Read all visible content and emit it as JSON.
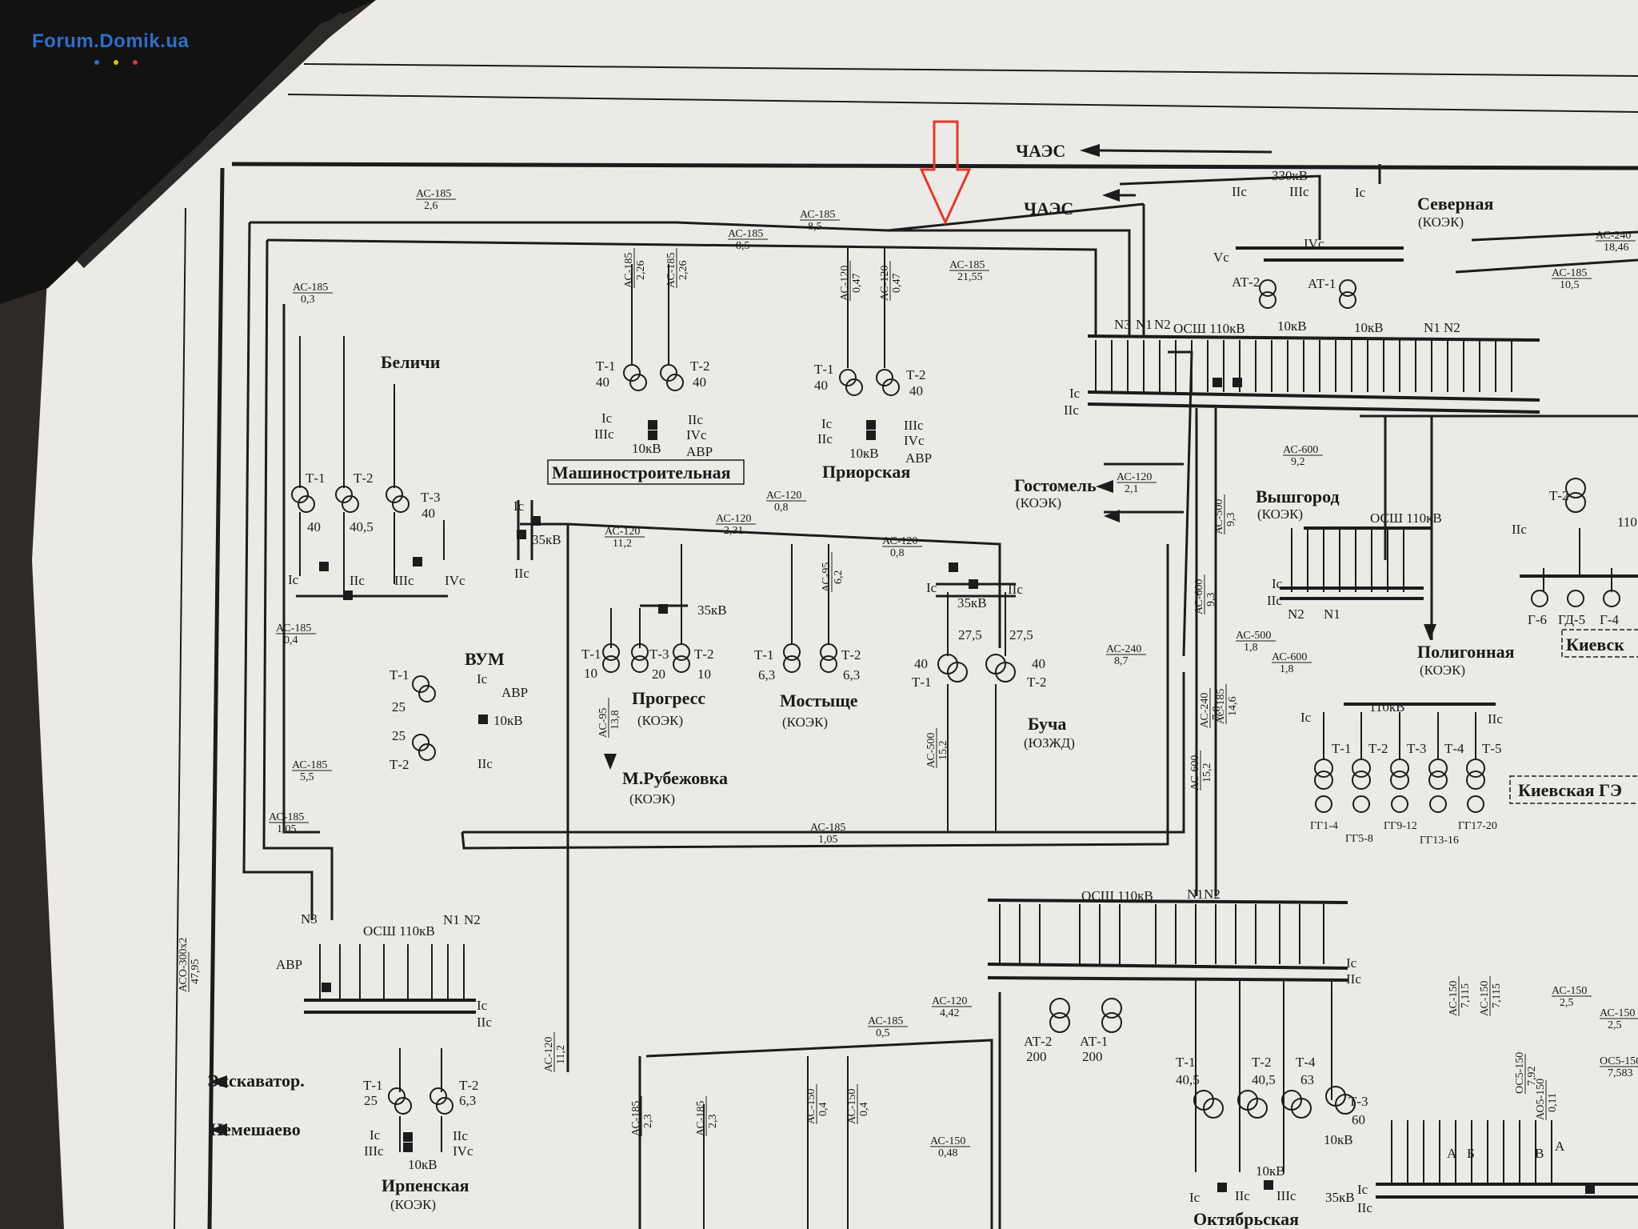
{
  "watermark": "Forum.Domik.ua",
  "watermark_dot_colors": [
    "#2f6fc8",
    "#e3c01c",
    "#d23b3b"
  ],
  "colors": {
    "paper": "#eceae6",
    "ink": "#1c1c1c",
    "arrow": "#e03a2a",
    "watermark": "#2f6fc8"
  },
  "feeds": {
    "chaes1": "ЧАЭС",
    "chaes2": "ЧАЭС"
  },
  "substations": {
    "severnaya": {
      "name": "Северная",
      "owner": "(КОЭК)",
      "voltage": "330кВ",
      "bus_top": [
        "IIc",
        "IIIc",
        "Ic"
      ],
      "bus_mid": [
        "Vc",
        "IVc"
      ],
      "at2": "АТ-2",
      "at1": "АТ-1",
      "kv10a": "10кВ",
      "kv10b": "10кВ",
      "n3": "N3",
      "n1": "N1",
      "n2": "N2",
      "osh": "ОСШ 110кВ",
      "ic": "Ic",
      "iic": "IIc",
      "n1r": "N1",
      "n2r": "N2"
    },
    "belichi": {
      "name": "Беличи",
      "t1": "Т-1",
      "t1v": "40",
      "t2": "Т-2",
      "t2v": "40,5",
      "t3": "Т-3",
      "t3v": "40",
      "ic": "Ic",
      "iic": "IIc",
      "iiic": "IIIc",
      "ivc": "IVc"
    },
    "mashinostroitelnaya": {
      "name": "Машиностроительная",
      "t1": "Т-1",
      "t1v": "40",
      "t2": "Т-2",
      "t2v": "40",
      "ic": "Ic",
      "iic": "IIc",
      "iiic": "IIIc",
      "ivc": "IVc",
      "kv": "10кВ",
      "avr": "АВР"
    },
    "priorskaya": {
      "name": "Приорская",
      "t1": "Т-1",
      "t1v": "40",
      "t2": "Т-2",
      "t2v": "40",
      "ic": "Ic",
      "iic": "IIc",
      "iiic": "IIIc",
      "ivc": "IVc",
      "kv": "10кВ",
      "avr": "АВР"
    },
    "hub35": {
      "ic": "Ic",
      "kv": "35кВ",
      "iic": "IIc"
    },
    "gostomel": {
      "name": "Гостомель",
      "owner": "(КОЭК)"
    },
    "vyshgorod": {
      "name": "Вышгород",
      "owner": "(КОЭК)",
      "osh": "ОСШ 110кВ",
      "ic": "Ic",
      "iic": "IIc",
      "n2": "N2",
      "n1": "N1"
    },
    "progress": {
      "name": "Прогресс",
      "owner": "(КОЭК)",
      "kv": "35кВ",
      "t1": "Т-1",
      "t1v": "10",
      "t3": "Т-3",
      "t3v": "20",
      "t2": "Т-2",
      "t2v": "10"
    },
    "mostysche": {
      "name": "Мостыще",
      "owner": "(КОЭК)",
      "t1": "Т-1",
      "t1v": "6,3",
      "t2": "Т-2",
      "t2v": "6,3"
    },
    "bucha": {
      "name": "Буча",
      "owner": "(ЮЗЖД)",
      "ic": "Ic",
      "kv": "35кВ",
      "iic": "IIc",
      "v1": "27,5",
      "v2": "27,5",
      "t1v": "40",
      "t1": "Т-1",
      "t2v": "40",
      "t2": "Т-2"
    },
    "mrubezhovka": {
      "name": "М.Рубежовка",
      "owner": "(КОЭК)"
    },
    "vum": {
      "name": "ВУМ",
      "t1": "Т-1",
      "t1v": "25",
      "t2": "Т-2",
      "t2v": "25",
      "ic": "Ic",
      "iic": "IIc",
      "avr": "АВР",
      "kv": "10кВ"
    },
    "poligonnaya": {
      "name": "Полигонная",
      "owner": "(КОЭК)"
    },
    "kievskaya_ges": {
      "bus": "110кВ",
      "ic": "Ic",
      "iic": "IIc",
      "units": [
        "Т-1",
        "Т-2",
        "Т-3",
        "Т-4",
        "Т-5"
      ],
      "gens": [
        "ГГ1-4",
        "ГГ5-8",
        "ГГ9-12",
        "ГГ13-16",
        "ГГ17-20"
      ],
      "label1": "Киевск",
      "label2": "Киевская ГЭ"
    },
    "right_gen": {
      "t2": "Т-2",
      "iic": "IIc",
      "v": "110",
      "gens": [
        "Г-6",
        "ГД-5",
        "Г-4"
      ]
    },
    "irpenskaya": {
      "name": "Ирпенская",
      "owner": "(КОЭК)",
      "n3": "N3",
      "osh": "ОСШ 110кВ",
      "n1": "N1",
      "n2": "N2",
      "avr": "АВР",
      "ic": "Ic",
      "iic": "IIc",
      "t1": "Т-1",
      "t1v": "25",
      "t2": "Т-2",
      "t2v": "6,3",
      "iiic": "IIIc",
      "ivc": "IVc",
      "kv": "10кВ"
    },
    "ekskavator": {
      "name1": "Экскаватор.",
      "name2": "Немешаево"
    },
    "oktyabrskaya": {
      "name": "Октябрьская",
      "osh": "ОСШ 110кВ",
      "n1": "N1",
      "n2": "N2",
      "ic": "Ic",
      "iic": "IIc",
      "at2": "АТ-2",
      "at2v": "200",
      "at1": "АТ-1",
      "at1v": "200",
      "t1": "Т-1",
      "t1v": "40,5",
      "t2": "Т-2",
      "t2v": "40,5",
      "t4": "Т-4",
      "t4v": "63",
      "t3": "Т-3",
      "t3v": "60",
      "kv10a": "10кВ",
      "kv10b": "10кВ",
      "ic2": "Ic",
      "iic2": "IIc",
      "iiic2": "IIIc",
      "kv35": "35кВ",
      "ic3": "Ic",
      "iic3": "IIc",
      "a": "А",
      "b": "Б",
      "v": "В",
      "a2": "А"
    }
  },
  "lines": [
    {
      "type": "АС-185",
      "len": "2,6"
    },
    {
      "type": "АС-185",
      "len": "8,5"
    },
    {
      "type": "АС-185",
      "len": "8,5"
    },
    {
      "type": "АС-185",
      "len": "21,55"
    },
    {
      "type": "АС-185",
      "len": "0,3"
    },
    {
      "type": "АС-185",
      "len": "2,26"
    },
    {
      "type": "АС-185",
      "len": "2,26"
    },
    {
      "type": "АС-120",
      "len": "0,47"
    },
    {
      "type": "АС-120",
      "len": "0,47"
    },
    {
      "type": "АС-240",
      "len": "18,46"
    },
    {
      "type": "АС-185",
      "len": "10,5"
    },
    {
      "type": "АС-120",
      "len": "0,8"
    },
    {
      "type": "АС-120",
      "len": "11,2"
    },
    {
      "type": "АС-120",
      "len": "2,31"
    },
    {
      "type": "АС-120",
      "len": "0,8"
    },
    {
      "type": "АС-120",
      "len": "2,1"
    },
    {
      "type": "АС-600",
      "len": "9,2"
    },
    {
      "type": "АС-500",
      "len": "9,3"
    },
    {
      "type": "АС-600",
      "len": "9,3"
    },
    {
      "type": "АС-95",
      "len": "6,2"
    },
    {
      "type": "АС-185",
      "len": "0,4"
    },
    {
      "type": "АС-500",
      "len": "1,8"
    },
    {
      "type": "АС-600",
      "len": "1,8"
    },
    {
      "type": "АС-240",
      "len": "8,7"
    },
    {
      "type": "АС-95",
      "len": "13,8"
    },
    {
      "type": "АС-185",
      "len": "5,5"
    },
    {
      "type": "АС-185",
      "len": "1,05"
    },
    {
      "type": "АС-185",
      "len": "1,05"
    },
    {
      "type": "АС-500",
      "len": "15,2"
    },
    {
      "type": "АС-600",
      "len": "15,2"
    },
    {
      "type": "АС-185",
      "len": "14,6"
    },
    {
      "type": "АС-240",
      "len": "7,8"
    },
    {
      "type": "АСО-300х2",
      "len": "47,95"
    },
    {
      "type": "АС-120",
      "len": "11,2"
    },
    {
      "type": "АС-120",
      "len": "4,42"
    },
    {
      "type": "АС-185",
      "len": "0,5"
    },
    {
      "type": "АС-185",
      "len": "2,3"
    },
    {
      "type": "АС-185",
      "len": "2,3"
    },
    {
      "type": "АС-150",
      "len": "0,4"
    },
    {
      "type": "АС-150",
      "len": "0,4"
    },
    {
      "type": "АС-150",
      "len": "0,48"
    },
    {
      "type": "АС-150",
      "len": "7,115"
    },
    {
      "type": "АС-150",
      "len": "7,115"
    },
    {
      "type": "АС-150",
      "len": "2,5"
    },
    {
      "type": "АС-150",
      "len": "2,5"
    },
    {
      "type": "ОС5-150",
      "len": "7,92"
    },
    {
      "type": "ОС5-150",
      "len": "7,583"
    },
    {
      "type": "АО5-150",
      "len": "0,11"
    }
  ]
}
